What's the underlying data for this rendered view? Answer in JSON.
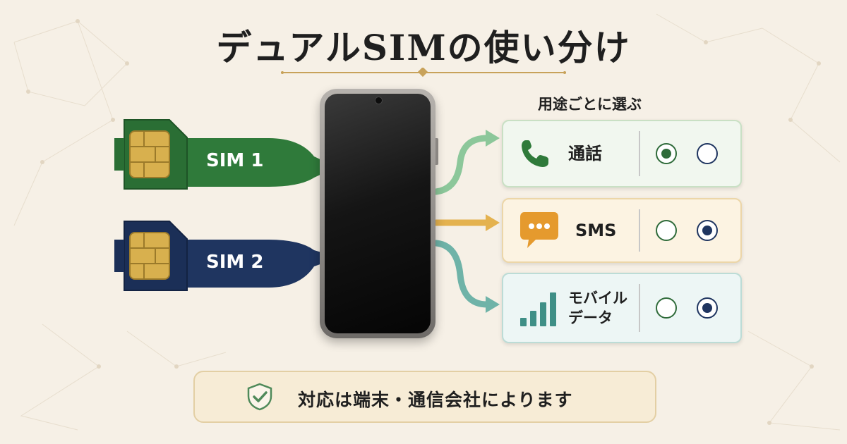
{
  "title": "デュアルSIMの使い分け",
  "sims": [
    {
      "label": "SIM 1",
      "color": "#2f7a3a"
    },
    {
      "label": "SIM 2",
      "color": "#1f3560"
    }
  ],
  "usage_heading": "用途ごとに選ぶ",
  "usages": [
    {
      "label": "通話",
      "icon": "phone-icon",
      "selected_sim": 1
    },
    {
      "label": "SMS",
      "icon": "chat-bubble-icon",
      "selected_sim": 2
    },
    {
      "label_line1": "モバイル",
      "label_line2": "データ",
      "icon": "signal-bars-icon",
      "selected_sim": 2
    }
  ],
  "note": {
    "text": "対応は端末・通信会社によります",
    "icon": "shield-check-icon"
  },
  "colors": {
    "sim1": "#2f7a3a",
    "sim2": "#1f3560",
    "accent_gold": "#c8a25a",
    "arrow_green": "#8cc79a",
    "arrow_orange": "#e4b24f",
    "arrow_teal": "#6fb3a8"
  }
}
